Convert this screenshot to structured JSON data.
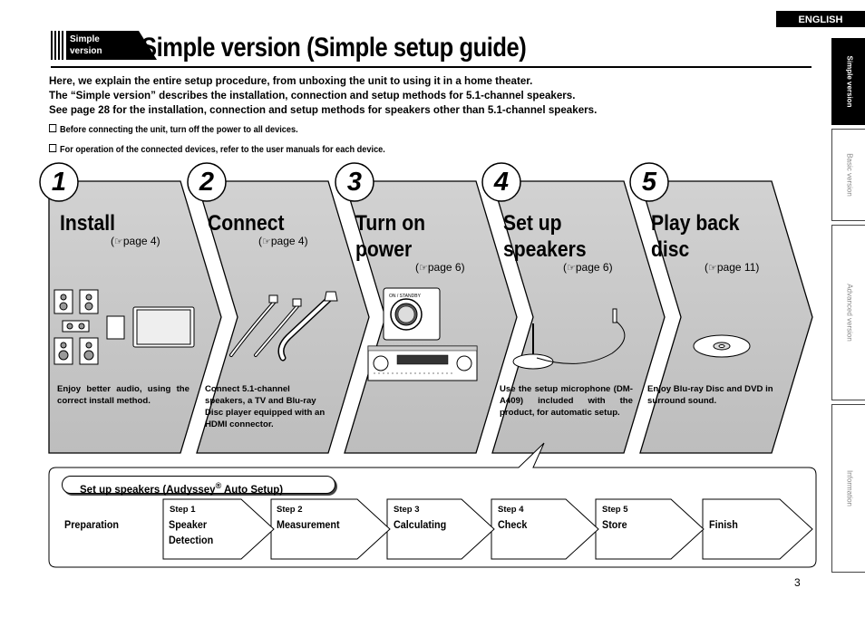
{
  "header": {
    "language": "ENGLISH",
    "tag": [
      "Simple",
      "version"
    ],
    "title": "Simple version (Simple setup guide)"
  },
  "intro": [
    "Here, we explain the entire setup procedure, from unboxing the unit to using it in a home theater.",
    "The “Simple version” describes the installation, connection and setup methods for 5.1-channel speakers.",
    "See page 28 for the installation, connection and setup methods for speakers other than 5.1-channel speakers."
  ],
  "notes": [
    "Before connecting the unit, turn off the power to all devices.",
    "For operation of the connected devices, refer to the user manuals for each device."
  ],
  "side_tabs": [
    "Simple version",
    "Basic version",
    "Advanced version",
    "Information"
  ],
  "steps": [
    {
      "num": "1",
      "title": [
        "Install"
      ],
      "page": "page 4)",
      "desc": "Enjoy better audio, using the correct install method."
    },
    {
      "num": "2",
      "title": [
        "Connect"
      ],
      "page": "page 4)",
      "desc": "Connect 5.1-channel speakers, a TV and Blu-ray Disc player equipped with an HDMI connector."
    },
    {
      "num": "3",
      "title": [
        "Turn on",
        "power"
      ],
      "page": "page 6)",
      "desc": "",
      "device_label": "ON / STANDBY"
    },
    {
      "num": "4",
      "title": [
        "Set up",
        "speakers"
      ],
      "page": "page 6)",
      "desc": "Use the setup microphone (DM-A409) included with the product, for automatic setup."
    },
    {
      "num": "5",
      "title": [
        "Play back",
        "disc"
      ],
      "page": "page 11)",
      "desc": "Enjoy Blu-ray Disc and DVD in surround sound."
    }
  ],
  "audyssey": {
    "label": "Set up speakers (Audyssey",
    "reg": "®",
    "label_end": " Auto Setup)",
    "flow": [
      {
        "step": "",
        "name": [
          "Preparation"
        ]
      },
      {
        "step": "Step 1",
        "name": [
          "Speaker",
          "Detection"
        ]
      },
      {
        "step": "Step 2",
        "name": [
          "Measurement"
        ]
      },
      {
        "step": "Step 3",
        "name": [
          "Calculating"
        ]
      },
      {
        "step": "Step 4",
        "name": [
          "Check"
        ]
      },
      {
        "step": "Step 5",
        "name": [
          "Store"
        ]
      },
      {
        "step": "",
        "name": [
          "Finish"
        ]
      }
    ]
  },
  "page_number": "3",
  "colors": {
    "step_fill": "#c7c7c7",
    "active_tab": "#000000",
    "text": "#000000"
  }
}
